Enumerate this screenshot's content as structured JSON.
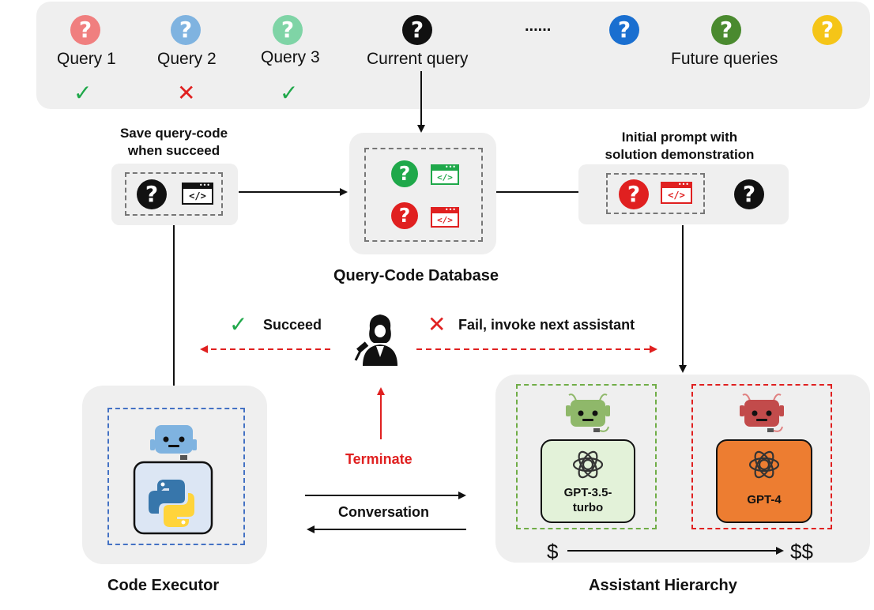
{
  "queries": [
    {
      "label": "Query 1",
      "color": "#f07f7f",
      "status": "success"
    },
    {
      "label": "Query 2",
      "color": "#7fb3e0",
      "status": "fail"
    },
    {
      "label": "Query 3",
      "color": "#7fd4a6",
      "status": "success"
    }
  ],
  "current_query": {
    "label": "Current query",
    "color": "#111111"
  },
  "ellipsis": "......",
  "future_queries": {
    "label": "Future queries",
    "colors": [
      "#1a6fd0",
      "#4a8a2f",
      "#f5c518"
    ]
  },
  "status_icons": {
    "success": "✓",
    "fail": "✕"
  },
  "save_box": {
    "title_line1": "Save query-code",
    "title_line2": "when succeed"
  },
  "database": {
    "label": "Query-Code Database"
  },
  "prompt_box": {
    "title_line1": "Initial prompt with",
    "title_line2": "solution demonstration"
  },
  "judge": {
    "succeed_label": "Succeed",
    "fail_label": "Fail, invoke next assistant",
    "terminate_label": "Terminate"
  },
  "conversation_label": "Conversation",
  "code_executor": {
    "label": "Code Executor"
  },
  "assistant_hierarchy": {
    "label": "Assistant Hierarchy",
    "assistants": [
      {
        "name_line1": "GPT-3.5-",
        "name_line2": "turbo",
        "color": "#e3f2d9"
      },
      {
        "name_line1": "GPT-4",
        "name_line2": "",
        "color": "#ed7d31"
      }
    ],
    "cost_low": "$",
    "cost_high": "$$"
  },
  "colors": {
    "success": "#1fa84a",
    "fail": "#e02020",
    "red_accent": "#e02020",
    "panel": "#efefef",
    "blue_dash": "#4472c4",
    "green_dash": "#70ad47"
  }
}
